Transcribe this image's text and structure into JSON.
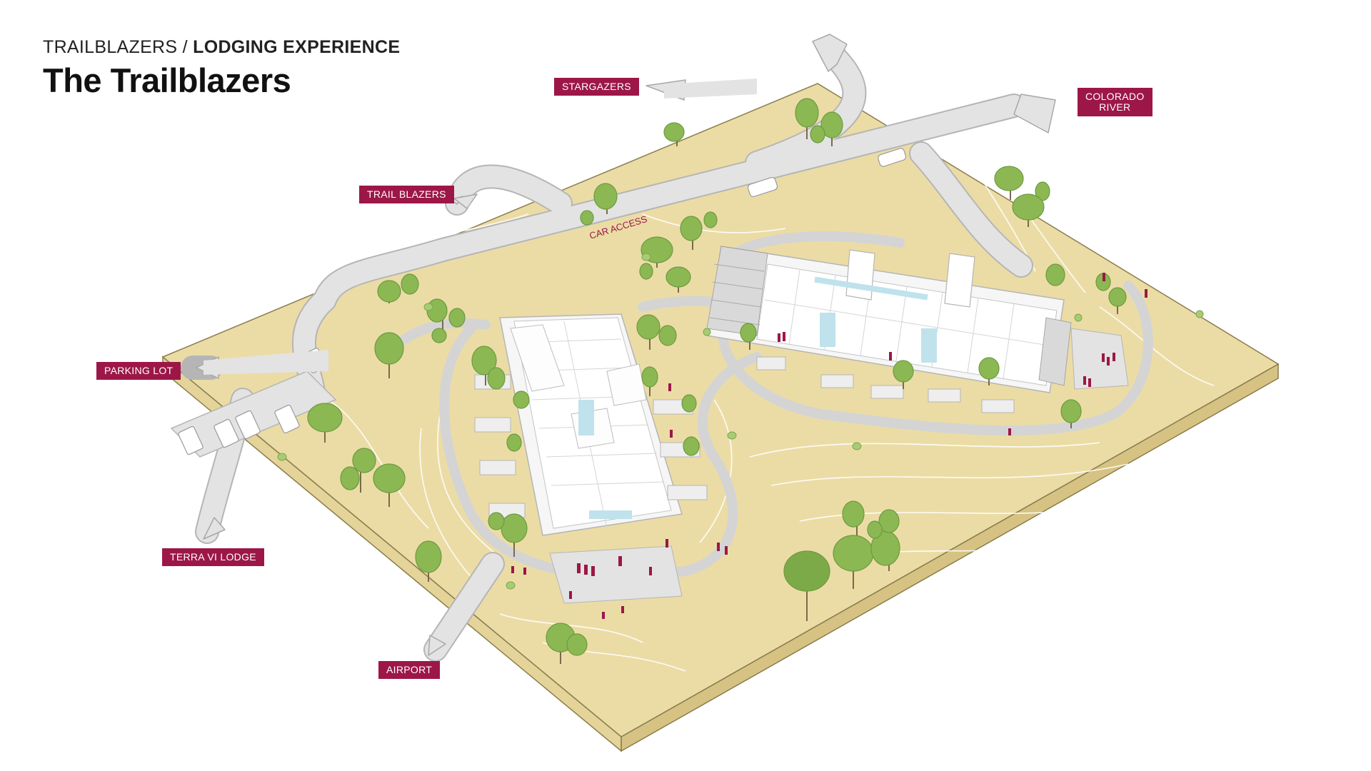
{
  "header": {
    "breadcrumb_prefix": "TRAILBLAZERS",
    "breadcrumb_sep": " / ",
    "breadcrumb_current": "LODGING EXPERIENCE",
    "title": "The Trailblazers"
  },
  "labels": {
    "stargazers": "STARGAZERS",
    "colorado_river_1": "COLORADO",
    "colorado_river_2": "RIVER",
    "trail_blazers": "TRAIL BLAZERS",
    "parking_lot": "PARKING LOT",
    "terra_vi_lodge": "TERRA VI LODGE",
    "airport": "AIRPORT",
    "car_access": "CAR ACCESS"
  },
  "colors": {
    "ground": "#ebdca6",
    "slab_side": "#dccb8c",
    "slab_front": "#e4d49a",
    "road": "#e3e3e3",
    "road_edge": "#b5b5b5",
    "tree": "#8bb853",
    "tree_dark": "#6e9a3e",
    "building": "#ffffff",
    "label_bg": "#9c1747",
    "people": "#9c1747"
  }
}
